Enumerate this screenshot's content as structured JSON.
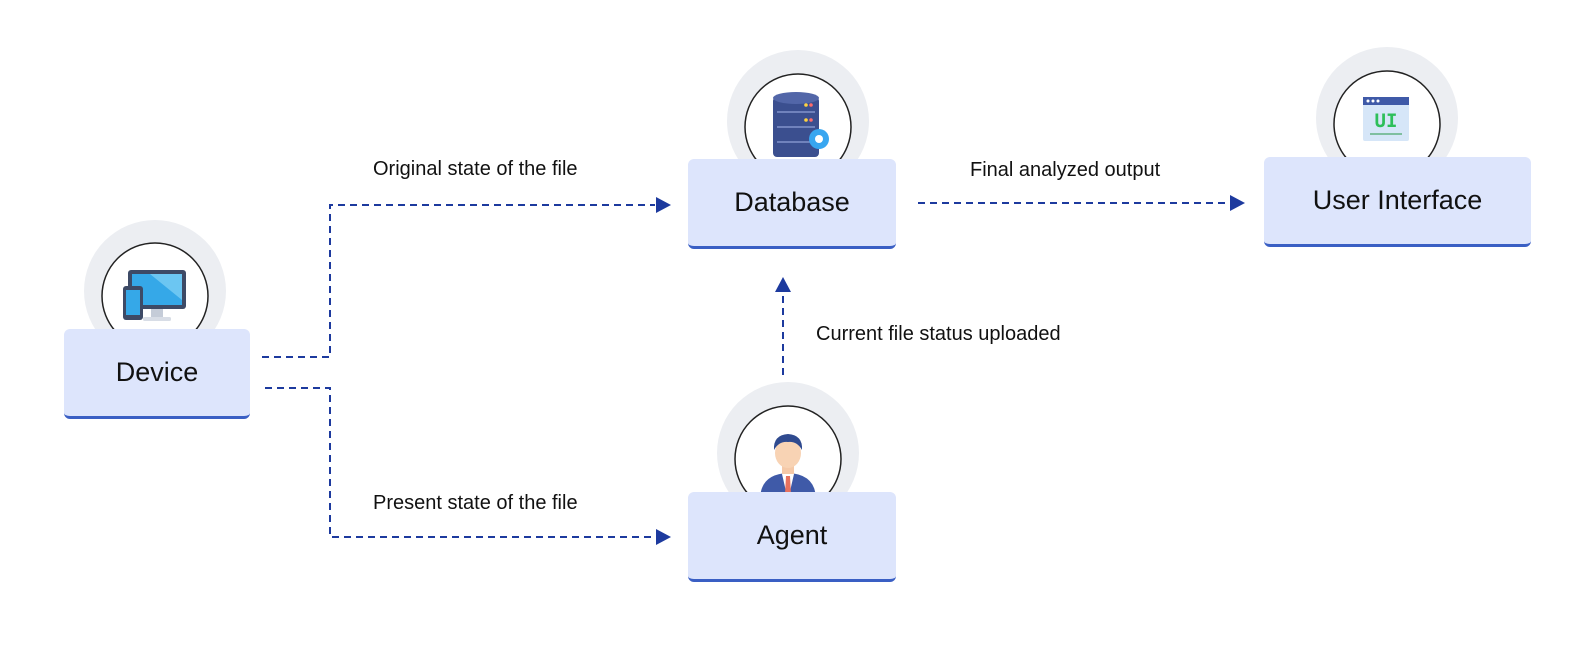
{
  "colors": {
    "node_fill": "#dde5fc",
    "node_border": "#3a5fc4",
    "connector": "#1d3a9e",
    "halo": "#eceef2",
    "circle_stroke": "#222222"
  },
  "nodes": {
    "device": {
      "label": "Device",
      "icon": "devices-icon"
    },
    "database": {
      "label": "Database",
      "icon": "database-server-icon"
    },
    "agent": {
      "label": "Agent",
      "icon": "agent-person-icon"
    },
    "user_interface": {
      "label": "User Interface",
      "icon": "ui-window-icon",
      "icon_text": "UI"
    }
  },
  "edges": {
    "device_to_database": {
      "label": "Original state of the file"
    },
    "device_to_agent": {
      "label": "Present state of the file"
    },
    "agent_to_database": {
      "label": "Current file status uploaded"
    },
    "database_to_ui": {
      "label": "Final analyzed output"
    }
  }
}
